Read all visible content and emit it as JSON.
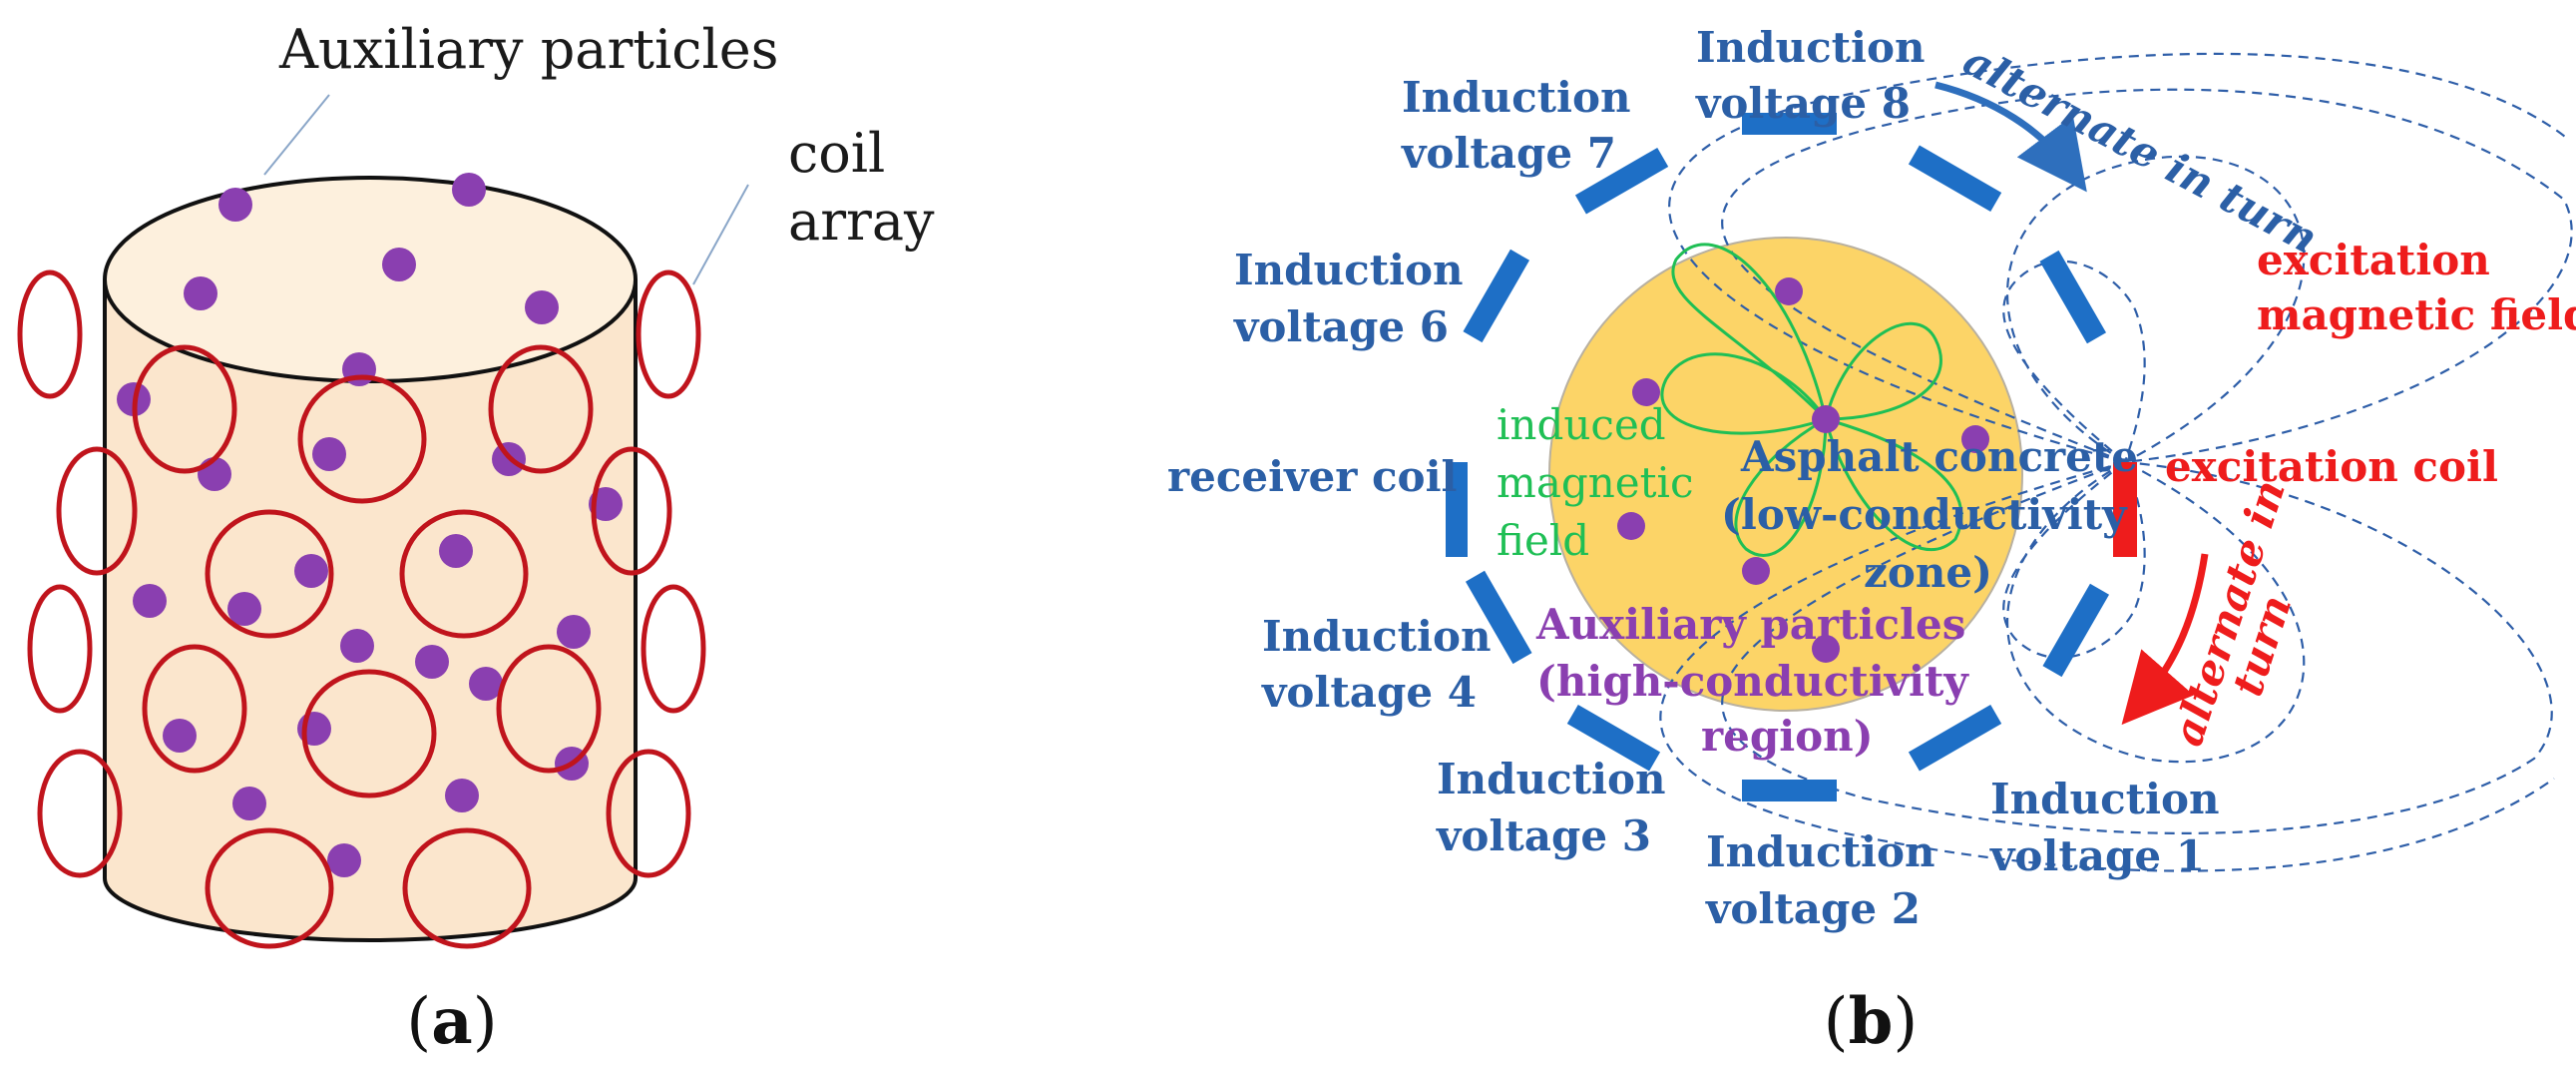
{
  "colors": {
    "coil_red": "#c0141c",
    "particle_purple": "#8a3fb0",
    "cylinder_fill": "#fbe6cd",
    "electrode_blue": "#1e6fc6",
    "label_blue": "#2b5fa6",
    "excitation_red": "#ee1c1c",
    "asphalt_yellow": "#fcd467",
    "induced_green": "#1fbf55",
    "field_line_blue": "#2e5ea8"
  },
  "panel_a": {
    "label_particles": "Auxiliary particles",
    "label_coil_line1": "coil",
    "label_coil_line2": "array",
    "caption_open": "(",
    "caption_letter": "a",
    "caption_close": ")"
  },
  "panel_b": {
    "electrodes": [
      {
        "line1": "Induction",
        "line2": "voltage 8"
      },
      {
        "line1": "Induction",
        "line2": "voltage 7"
      },
      {
        "line1": "Induction",
        "line2": "voltage 6"
      },
      {
        "line1": "Induction",
        "line2": "voltage 4"
      },
      {
        "line1": "Induction",
        "line2": "voltage 3"
      },
      {
        "line1": "Induction",
        "line2": "voltage 2"
      },
      {
        "line1": "Induction",
        "line2": "voltage 1"
      }
    ],
    "receiver_coil": "receiver coil",
    "excitation_coil": "excitation coil",
    "excitation_field_line1": "excitation",
    "excitation_field_line2": "magnetic field",
    "alternate_top": "alternate in turn",
    "alternate_right_line1": "alternate in",
    "alternate_right_line2": "turn",
    "induced_line1": "induced",
    "induced_line2": "magnetic",
    "induced_line3": "field",
    "asphalt_line1": "Asphalt concrete",
    "asphalt_line2": "(low-conductivity",
    "asphalt_line3": "zone)",
    "aux_line1": "Auxiliary particles",
    "aux_line2": "(high-conductivity",
    "aux_line3": "region)",
    "caption_open": "(",
    "caption_letter": "b",
    "caption_close": ")"
  }
}
